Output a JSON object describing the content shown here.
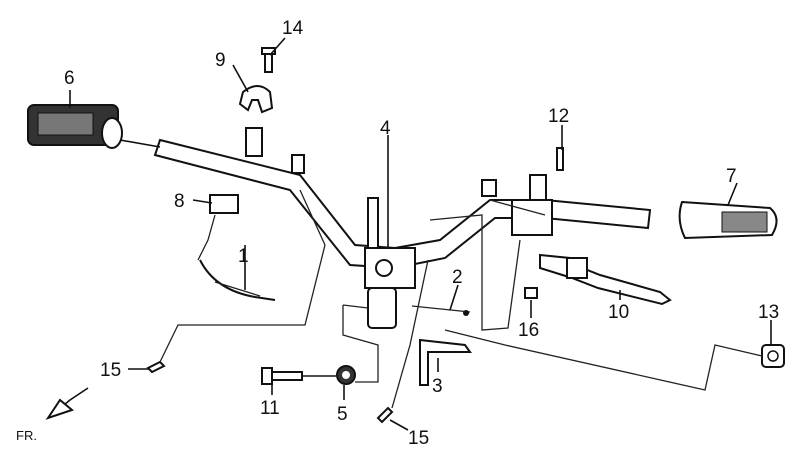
{
  "diagram": {
    "callouts": {
      "c1": "1",
      "c2": "2",
      "c3": "3",
      "c4": "4",
      "c5": "5",
      "c6": "6",
      "c7": "7",
      "c8": "8",
      "c9": "9",
      "c10": "10",
      "c11": "11",
      "c12": "12",
      "c13": "13",
      "c14": "14",
      "c15a": "15",
      "c15b": "15",
      "c16": "16"
    },
    "direction_label": "FR."
  }
}
